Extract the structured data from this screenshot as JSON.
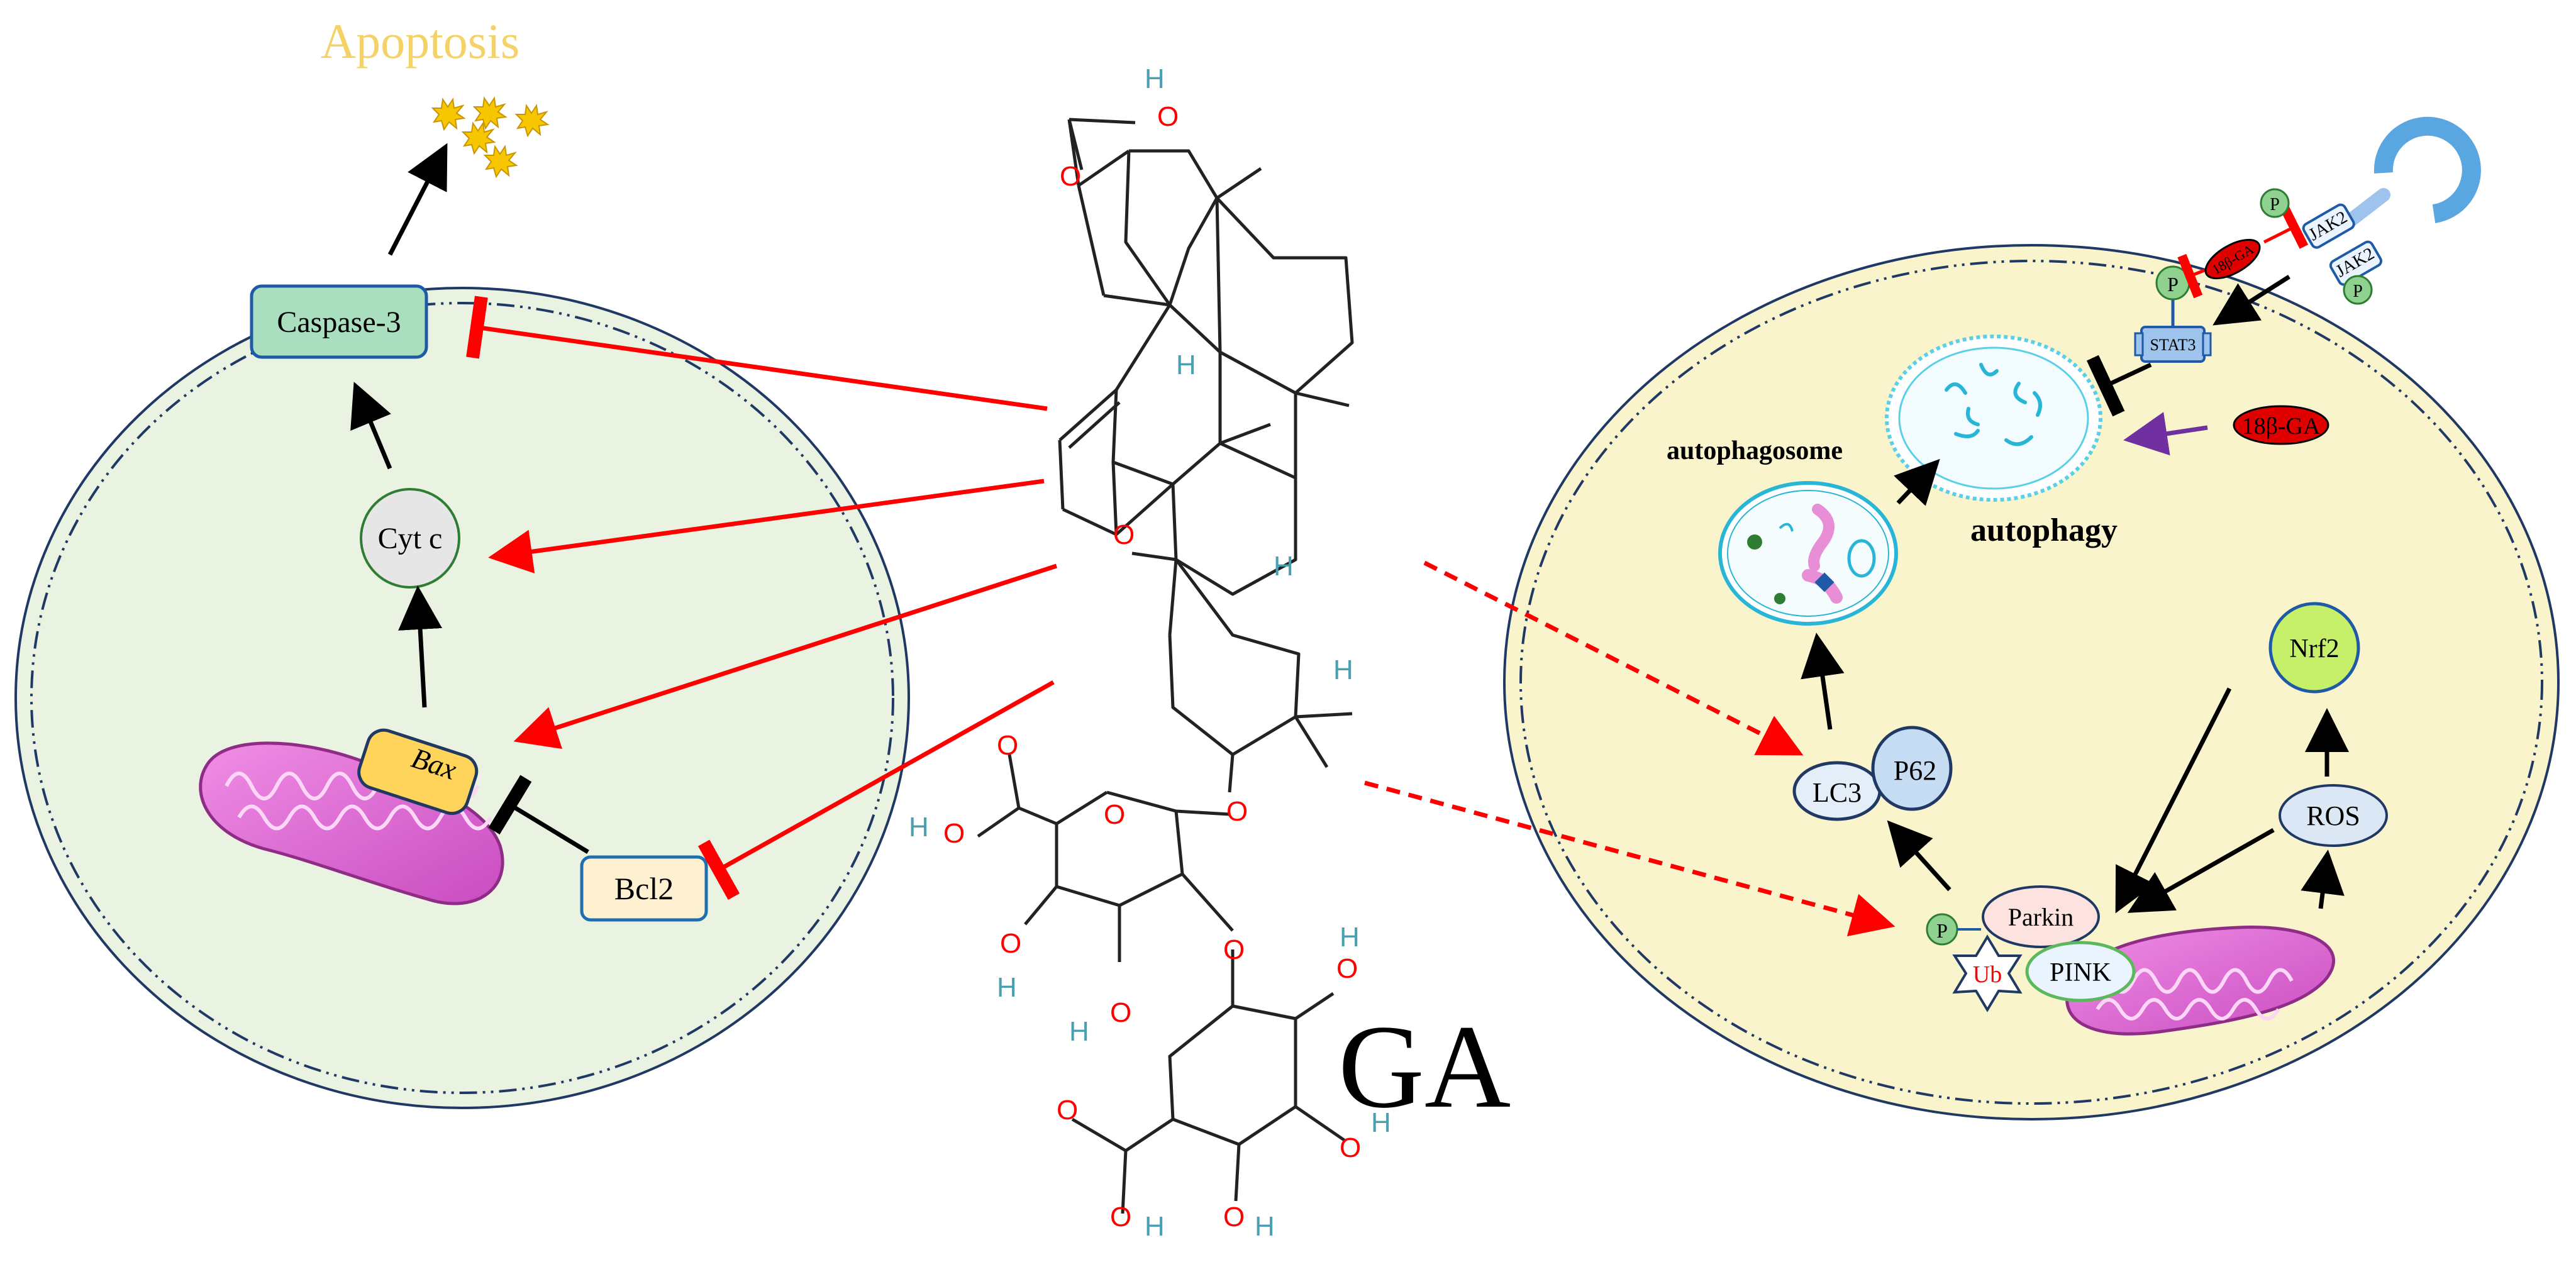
{
  "compound": {
    "name": "GA"
  },
  "apoptosis": {
    "title": "Apoptosis",
    "caspase": "Caspase-3",
    "cytc": "Cyt c",
    "bax": "Bax",
    "bcl2": "Bcl2"
  },
  "autophagy_cell": {
    "autophagosome": "autophagosome",
    "autophagy": "autophagy",
    "lc3": "LC3",
    "p62": "P62",
    "nrf2": "Nrf2",
    "ros": "ROS",
    "parkin": "Parkin",
    "pink": "PINK",
    "ub": "Ub",
    "p": "P",
    "stat3": "STAT3",
    "jak2": "JAK2",
    "ga_18b": "18β-GA",
    "ga_18b_small": "18β-GA"
  },
  "molecule_atoms": {
    "O": "O",
    "H": "H"
  },
  "colors": {
    "left_cell_fill": "#eaf3e2",
    "right_cell_fill": "#f9f4cc",
    "inhibit_red": "#ff0000",
    "activate_black": "#000000",
    "purple_arrow": "#7030a0",
    "caspase_fill": "#a9dfbf",
    "bax_fill": "#ffd45a",
    "bcl2_fill": "#fdf1d2",
    "mito_pink": "#e46ad8",
    "nrf2_fill": "#c6f06a",
    "ros_fill": "#dbe7f5",
    "lc3_fill": "#e4eef8",
    "autophagy_ring": "#5ad0e8",
    "apoptosis_text": "#f5d267"
  }
}
